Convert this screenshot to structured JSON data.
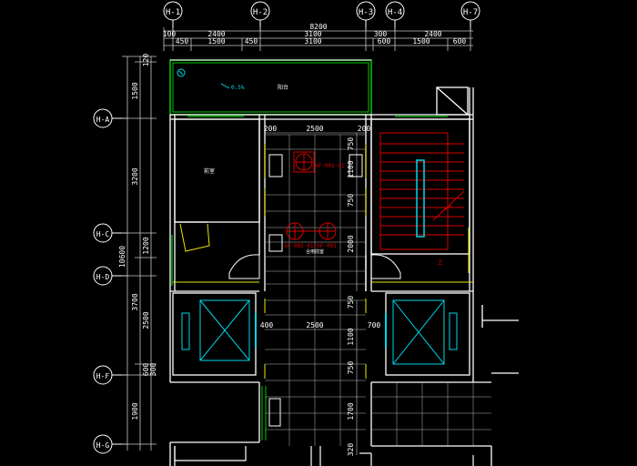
{
  "colors": {
    "background": "#000000",
    "wall": "#ffffff",
    "dim": "#c8c8c8",
    "window": "#00c800",
    "stair": "#d80000",
    "elevator": "#00d8e8",
    "fixture": "#e8e800",
    "hatch": "#b8b8b8",
    "text": "#ffffff"
  },
  "grid_axes_top": [
    "H-1",
    "H-2",
    "H-3",
    "H-4",
    "H-7"
  ],
  "grid_axes_left": [
    "H-A",
    "H-C",
    "H-D",
    "H-F",
    "H-G"
  ],
  "top_dims": {
    "total": "8200",
    "row1": [
      "100",
      "2400",
      "3100",
      "300",
      "2400"
    ],
    "row2": [
      "450",
      "1500",
      "450",
      "3100",
      "600",
      "1500",
      "600"
    ]
  },
  "left_dims": {
    "total": "10600",
    "outer": [
      "1500",
      "3200",
      "3700",
      "1900"
    ],
    "inner": [
      "120",
      "1200",
      "2500",
      "600",
      "300"
    ]
  },
  "inner_dims": {
    "upper_width": "2500",
    "upper_left": "200",
    "upper_right": "200",
    "lower_width": "2500",
    "lower_left": "400",
    "lower_right": "700",
    "corridor_vertical": [
      "750",
      "1100",
      "750",
      "2000",
      "750",
      "1100",
      "750",
      "1700",
      "320"
    ]
  },
  "room_labels": {
    "balcony": "阳台",
    "room": "前室",
    "lobby": "合用前室",
    "stair_up": "上"
  },
  "equipment_labels": {
    "hydrant_top": "XF-001-01",
    "hydrant_bottom": "XF-002-01/XF-001"
  }
}
